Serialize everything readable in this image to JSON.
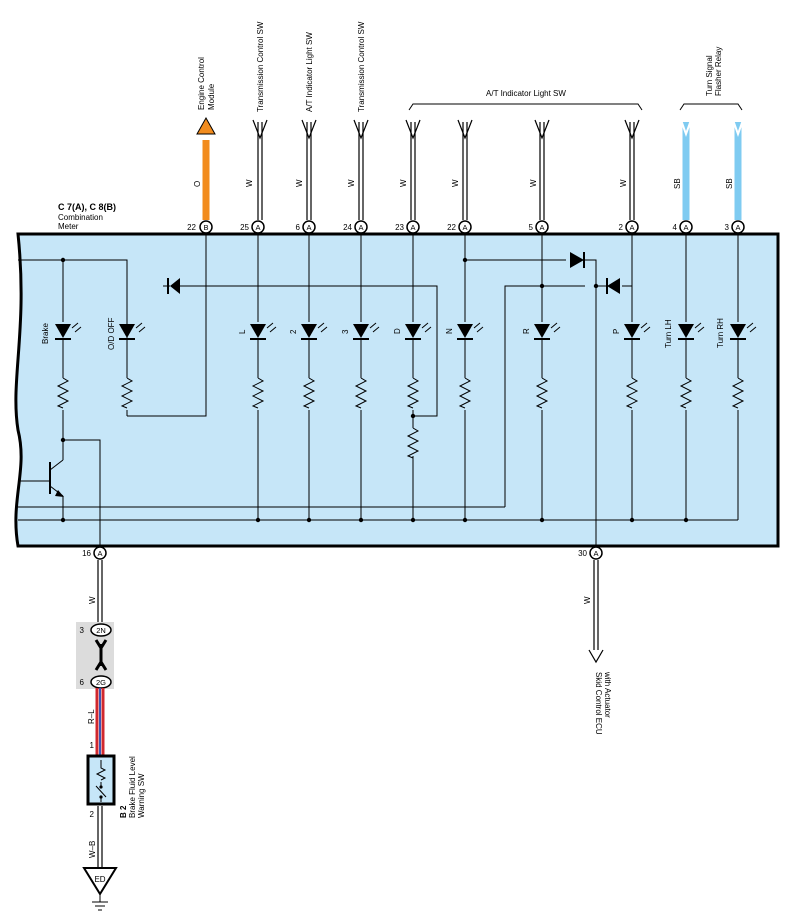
{
  "meter": {
    "connector": "C 7(A), C 8(B)",
    "name_line1": "Combination",
    "name_line2": "Meter"
  },
  "destinations": {
    "ecm_l1": "Engine Control",
    "ecm_l2": "Module",
    "tcs1": "Transmission Control SW",
    "atil": "A/T Indicator Light SW",
    "tcs2": "Transmission Control SW",
    "at_group": "A/T Indicator Light SW",
    "turn_l1": "Turn Signal",
    "turn_l2": "Flasher Relay",
    "skid_l1": "Skid Control ECU",
    "skid_l2": "with Actuator"
  },
  "top_pins": [
    {
      "num": "22",
      "conn": "B",
      "color": "O"
    },
    {
      "num": "25",
      "conn": "A",
      "color": "W"
    },
    {
      "num": "6",
      "conn": "A",
      "color": "W"
    },
    {
      "num": "24",
      "conn": "A",
      "color": "W"
    },
    {
      "num": "23",
      "conn": "A",
      "color": "W"
    },
    {
      "num": "22",
      "conn": "A",
      "color": "W"
    },
    {
      "num": "5",
      "conn": "A",
      "color": "W"
    },
    {
      "num": "2",
      "conn": "A",
      "color": "W"
    },
    {
      "num": "4",
      "conn": "A",
      "color": "SB"
    },
    {
      "num": "3",
      "conn": "A",
      "color": "SB"
    }
  ],
  "leds": [
    "Brake",
    "O/D OFF",
    "L",
    "2",
    "3",
    "D",
    "N",
    "R",
    "P",
    "Turn LH",
    "Turn RH"
  ],
  "bottom_pins": [
    {
      "num": "16",
      "conn": "A",
      "color": "W"
    },
    {
      "num": "30",
      "conn": "A",
      "color": "W"
    }
  ],
  "junction": {
    "top_num": "3",
    "top_conn": "2N",
    "bot_num": "6",
    "bot_conn": "2G",
    "wire_color": "R–L"
  },
  "switch": {
    "pin_top": "1",
    "pin_bottom": "2",
    "code": "B 2",
    "label_l1": "Brake Fluid Level",
    "label_l2": "Warning SW",
    "wire_color": "W–B"
  },
  "ground": {
    "label": "ED"
  },
  "colors": {
    "panel": "#c6e6f8",
    "orange": "#f28c1e",
    "sky": "#7fcbf1",
    "red": "#d0282e",
    "grey": "#dcdcdc"
  }
}
